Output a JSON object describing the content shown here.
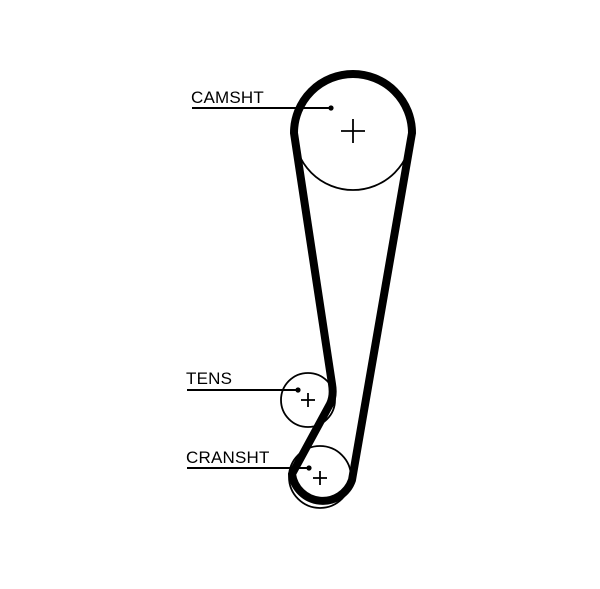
{
  "labels": {
    "camshaft": "CAMSHT",
    "tensioner": "TENS",
    "crankshaft": "CRANSHT"
  },
  "colors": {
    "background": "#ffffff",
    "line": "#000000"
  },
  "icons": {
    "center_mark": "plus-cross"
  }
}
